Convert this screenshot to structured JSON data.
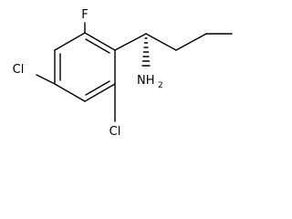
{
  "molecule": {
    "atoms": {
      "fluorine": "F",
      "chlorine_left": "Cl",
      "chlorine_bottom": "Cl",
      "amine_n": "NH",
      "amine_sub": "2"
    },
    "stereo_bond": "hashed-wedge",
    "colors": {
      "bond": "#000000",
      "text": "#000000",
      "background": "#ffffff"
    }
  }
}
